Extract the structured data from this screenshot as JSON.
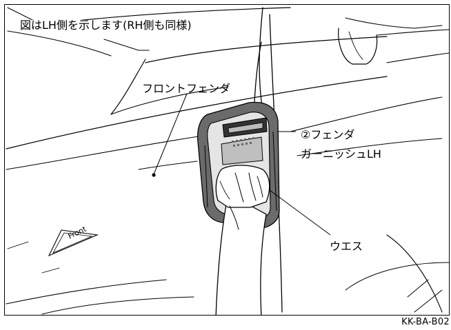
{
  "caption": "図はLH側を示します(RH側も同様)",
  "labels": {
    "front_fender": "フロントフェンダ",
    "fender_garnish_line1": "②フェンダ",
    "fender_garnish_line2": "ガーニッシュLH",
    "waste_cloth": "ウエス"
  },
  "direction_marker": "Front",
  "figure_code": "KK-BA-B02"
}
